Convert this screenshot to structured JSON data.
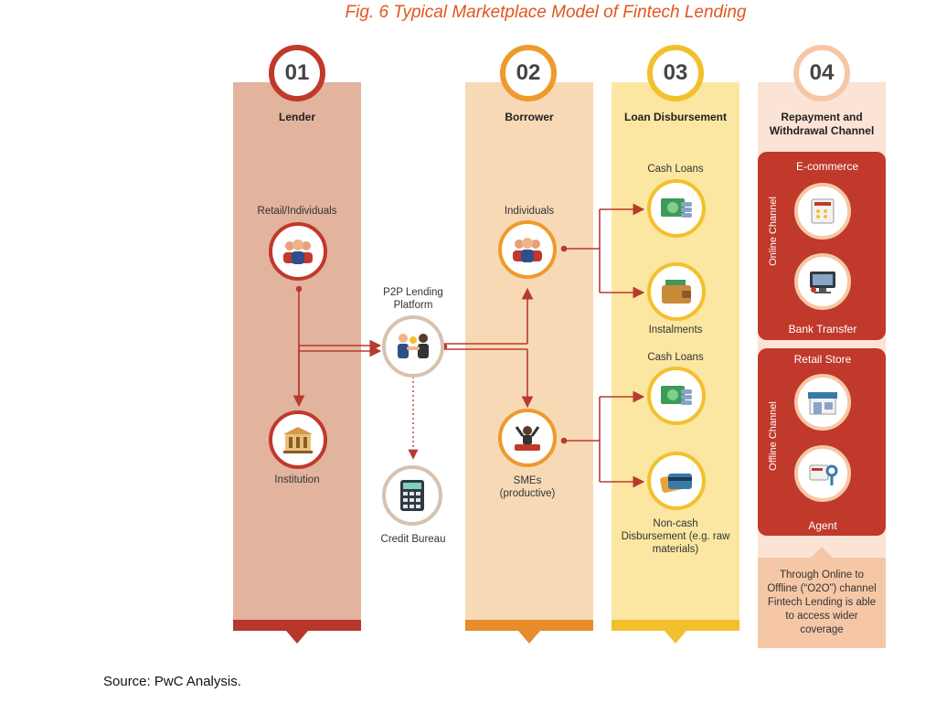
{
  "title": "Fig. 6 Typical Marketplace Model of Fintech Lending",
  "columns": {
    "c1": {
      "num": "01",
      "head": "Lender"
    },
    "c2": {
      "num": "02",
      "head": "Borrower"
    },
    "c3": {
      "num": "03",
      "head": "Loan Disbursement"
    },
    "c4": {
      "num": "04",
      "head": "Repayment and Withdrawal Channel"
    }
  },
  "lender": {
    "retail": "Retail/Individuals",
    "institution": "Institution"
  },
  "platform": {
    "p2p": "P2P Lending Platform",
    "credit": "Credit Bureau"
  },
  "borrower": {
    "individuals": "Individuals",
    "smes": "SMEs (productive)"
  },
  "disbursement": {
    "cash1": "Cash Loans",
    "instalments": "Instalments",
    "cash2": "Cash Loans",
    "noncash": "Non-cash Disbursement (e.g. raw materials)"
  },
  "repayment": {
    "online_channel": "Online Channel",
    "ecommerce": "E-commerce",
    "bank_transfer": "Bank Transfer",
    "offline_channel": "Offline Channel",
    "retail_store": "Retail Store",
    "agent": "Agent",
    "note": "Through Online to Offline (“O2O”) channel Fintech Lending is able to access wider coverage"
  },
  "source": "Source: PwC Analysis.",
  "colors": {
    "accent": "#e1561c",
    "lender": "#e2b39d",
    "borrower": "#f8d9b6",
    "disbursement": "#fbe7a2",
    "repayment": "#fbe3d6",
    "panel": "#c0392b",
    "arrow": "#b83a2e"
  }
}
